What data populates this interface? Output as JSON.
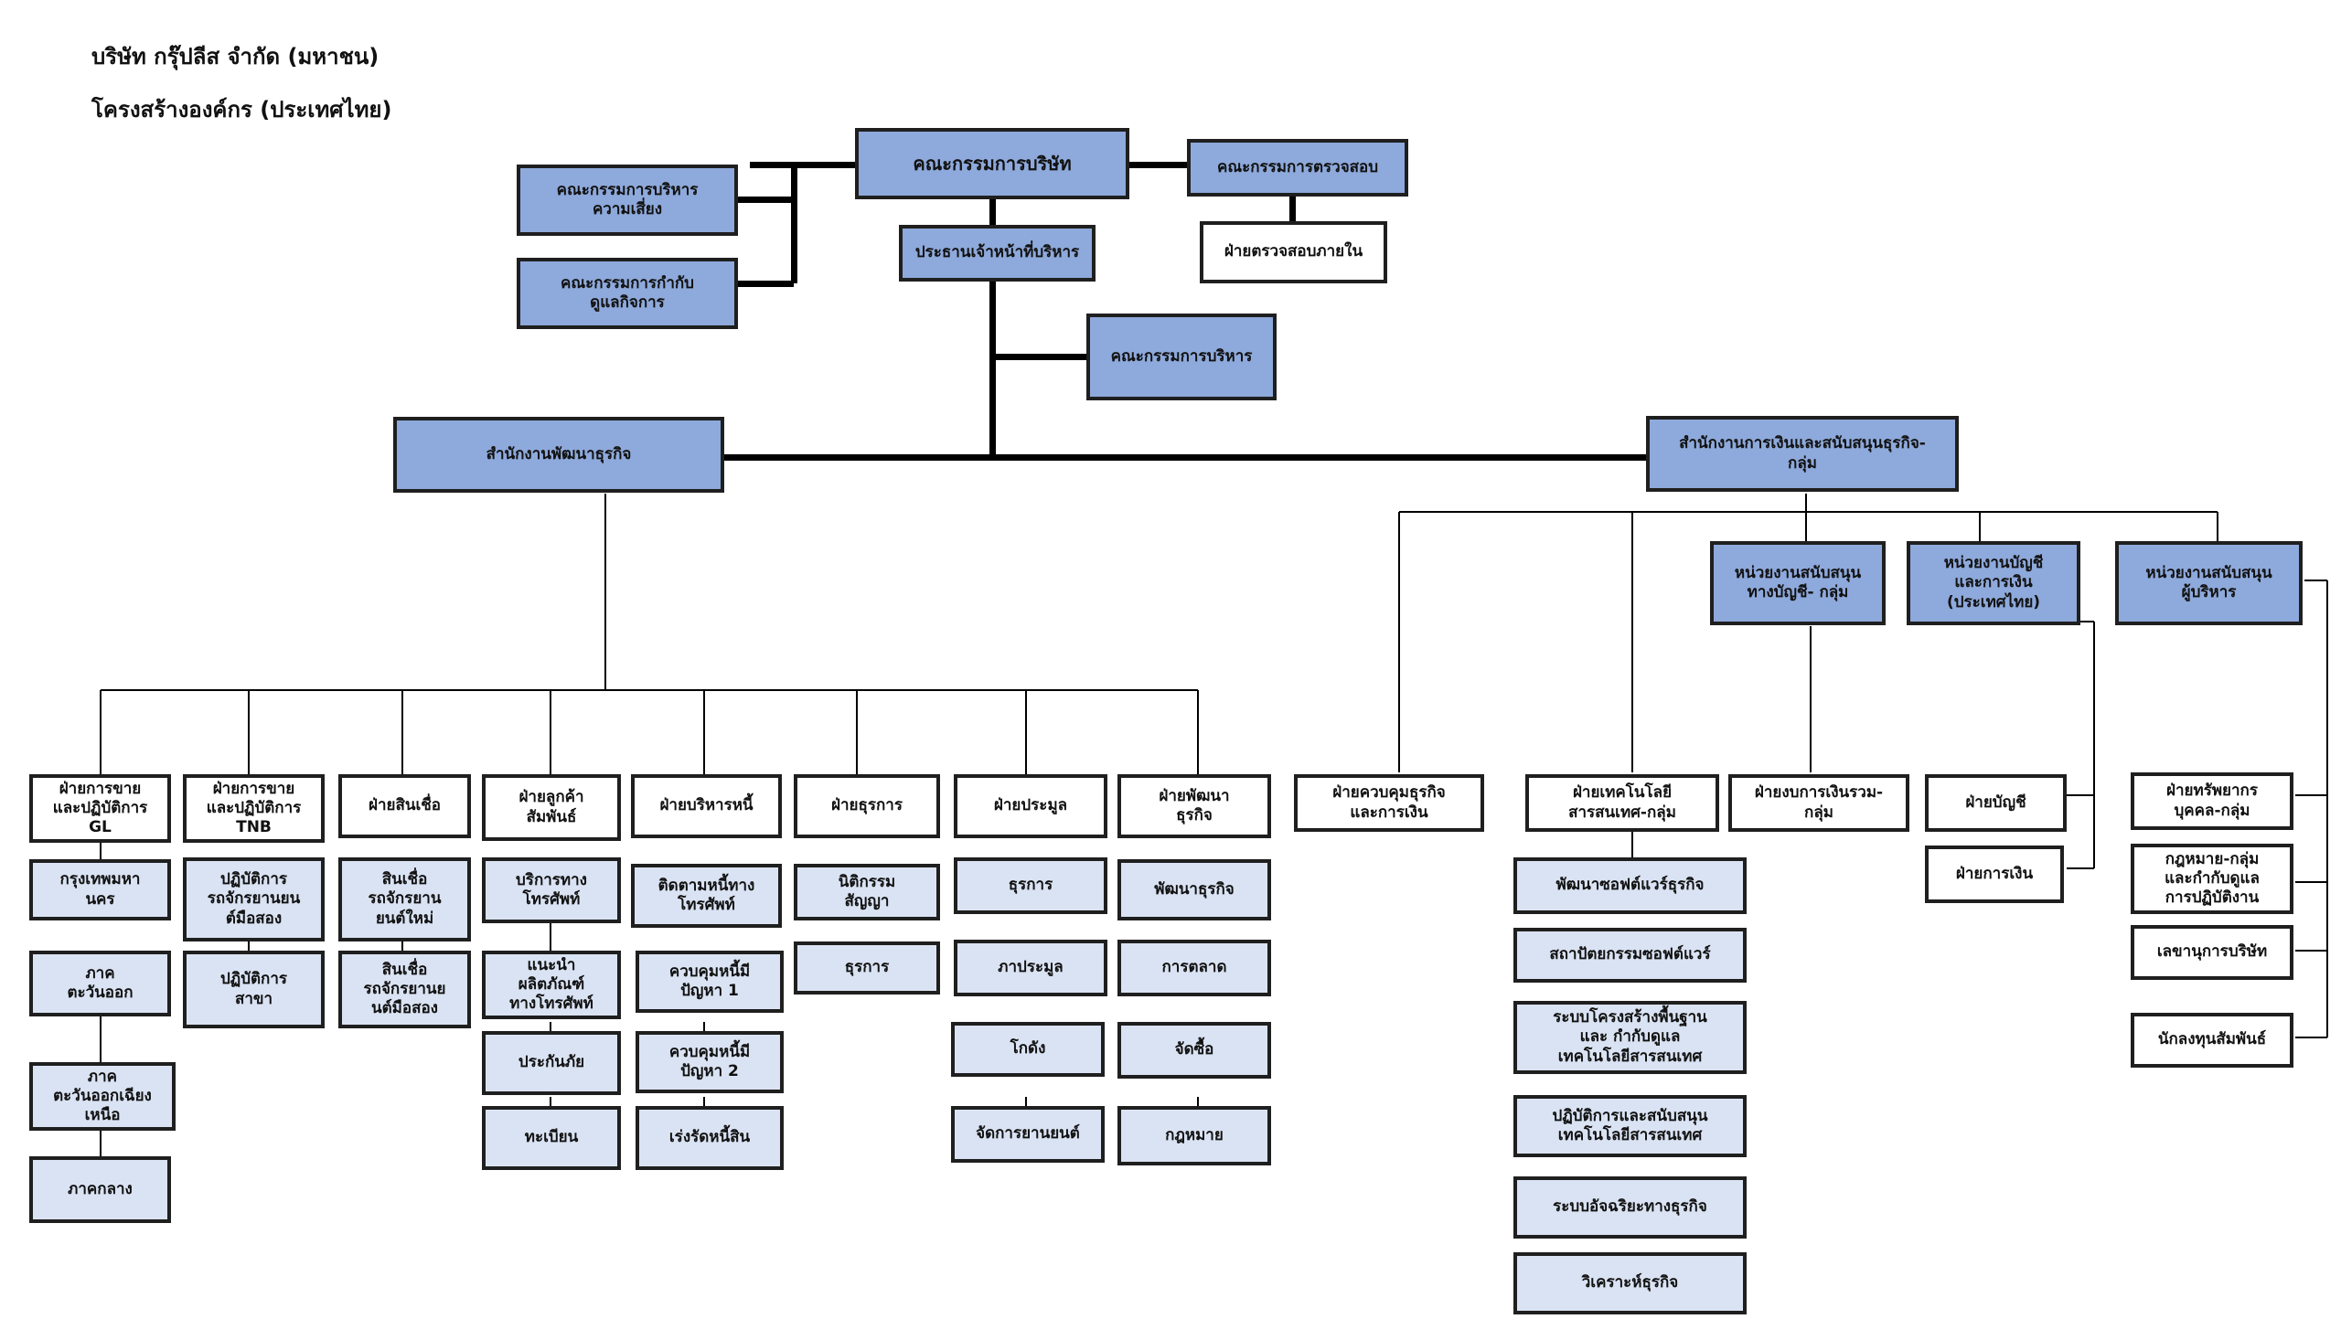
{
  "header": {
    "company": "บริษัท กรุ๊ปลีส จำกัด (มหาชน)",
    "subtitle": "โครงสร้างองค์กร (ประเทศไทย)"
  },
  "colors": {
    "primary_box": "#8EA9DB",
    "sub_box": "#DAE3F3",
    "border": "#1f1f1f"
  },
  "nodes": {
    "board": "คณะกรรมการบริษัท",
    "risk_committee": "คณะกรรมการบริหาร\nความเสี่ยง",
    "governance_committee": "คณะกรรมการกำกับ\nดูแลกิจการ",
    "audit_committee": "คณะกรรมการตรวจสอบ",
    "internal_audit": "ฝ่ายตรวจสอบภายใน",
    "ceo": "ประธานเจ้าหน้าที่บริหาร",
    "exec_committee": "คณะกรรมการบริหาร",
    "biz_dev_office": "สำนักงานพัฒนาธุรกิจ",
    "finance_office": "สำนักงานการเงินและสนับสนุนธุรกิจ-\nกลุ่ม",
    "acc_support": "หน่วยงานสนับสนุน\nทางบัญชี- กลุ่ม",
    "acc_fin_unit": "หน่วยงานบัญชี\nและการเงิน\n(ประเทศไทย)",
    "exec_support": "หน่วยงานสนับสนุน\nผู้บริหาร",
    "sales_gl": "ฝ่ายการขาย\nและปฏิบัติการ\nGL",
    "bangkok": "กรุงเทพมหา\nนคร",
    "east": "ภาค\nตะวันออก",
    "northeast": "ภาค\nตะวันออกเฉียง\nเหนือ",
    "central": "ภาคกลาง",
    "sales_tnb": "ฝ่ายการขาย\nและปฏิบัติการ\nTNB",
    "used_moto_ops": "ปฏิบัติการ\nรถจักรยานยน\nต์มือสอง",
    "branch_ops": "ปฏิบัติการ\nสาขา",
    "credit": "ฝ่ายสินเชื่อ",
    "new_moto_credit": "สินเชื่อ\nรถจักรยาน\nยนต์ใหม่",
    "used_moto_credit": "สินเชื่อ\nรถจักรยานย\nนต์มือสอง",
    "cust_rel": "ฝ่ายลูกค้า\nสัมพันธ์",
    "phone_service": "บริการทาง\nโทรศัพท์",
    "phone_product": "แนะนำ\nผลิตภัณฑ์\nทางโทรศัพท์",
    "insurance": "ประกันภัย",
    "registration": "ทะเบียน",
    "debt_mgmt": "ฝ่ายบริหารหนี้",
    "phone_collection": "ติดตามหนี้ทาง\nโทรศัพท์",
    "npl1": "ควบคุมหนี้มี\nปัญหา 1",
    "npl2": "ควบคุมหนี้มี\nปัญหา 2",
    "asset_recovery": "เร่งรัดหนี้สิน",
    "admin": "ฝ่ายธุรการ",
    "legal_contract": "นิติกรรม\nสัญญา",
    "admin_sub": "ธุรการ",
    "auction": "ฝ่ายประมูล",
    "auction_admin": "ธุรการ",
    "auction_sub": "ภาประมูล",
    "warehouse": "โกดัง",
    "vehicle_mgmt": "จัดการยานยนต์",
    "biz_dev_dept": "ฝ่ายพัฒนา\nธุรกิจ",
    "biz_dev_sub": "พัฒนาธุรกิจ",
    "marketing": "การตลาด",
    "procurement": "จัดซื้อ",
    "legal": "กฎหมาย",
    "biz_fin_control": "ฝ่ายควบคุมธุรกิจ\nและการเงิน",
    "it_dept": "ฝ่ายเทคโนโลยี\nสารสนเทศ-กลุ่ม",
    "sw_dev": "พัฒนาซอฟต์แวร์ธุรกิจ",
    "sw_arch": "สถาปัตยกรรมซอฟต์แวร์",
    "infra": "ระบบโครงสร้างพื้นฐาน\nและ กำกับดูแล\nเทคโนโลยีสารสนเทศ",
    "it_ops": "ปฏิบัติการและสนับสนุน\nเทคโนโลยีสารสนเทศ",
    "bi": "ระบบอัจฉริยะทางธุรกิจ",
    "analytics": "วิเคราะห์ธุรกิจ",
    "group_budget": "ฝ่ายงบการเงินรวม-\nกลุ่ม",
    "accounting": "ฝ่ายบัญชี",
    "finance": "ฝ่ายการเงิน",
    "hr": "ฝ่ายทรัพยากร\nบุคคล-กลุ่ม",
    "legal_compliance": "กฎหมาย-กลุ่ม\nและกำกับดูแล\nการปฏิบัติงาน",
    "corp_secretary": "เลขานุการบริษัท",
    "investor_rel": "นักลงทุนสัมพันธ์"
  }
}
